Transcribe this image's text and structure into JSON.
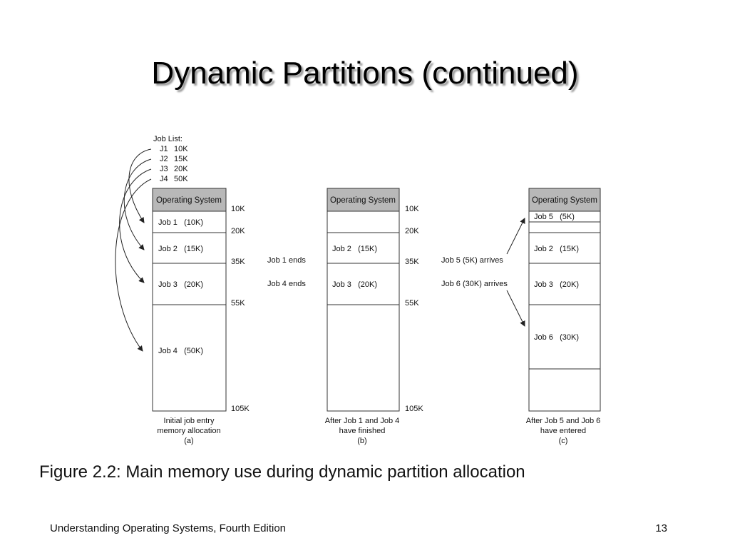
{
  "slide": {
    "title": "Dynamic Partitions (continued)",
    "caption": "Figure 2.2: Main memory use during dynamic partition allocation",
    "footer_left": "Understanding Operating Systems, Fourth Edition",
    "page_number": "13"
  },
  "figure": {
    "job_list": {
      "heading": "Job List:",
      "items": [
        {
          "name": "J1",
          "size": "10K"
        },
        {
          "name": "J2",
          "size": "15K"
        },
        {
          "name": "J3",
          "size": "20K"
        },
        {
          "name": "J4",
          "size": "50K"
        }
      ]
    },
    "os_label": "Operating System",
    "panel_a": {
      "jobs": [
        "Job 1   (10K)",
        "Job 2   (15K)",
        "Job 3   (20K)",
        "Job 4   (50K)"
      ],
      "caption": [
        "Initial job entry",
        "memory allocation",
        "(a)"
      ]
    },
    "panel_b": {
      "jobs": [
        "Job 2   (15K)",
        "Job 3   (20K)"
      ],
      "caption": [
        "After Job 1 and Job 4",
        "have finished",
        "(b)"
      ]
    },
    "panel_c": {
      "jobs": [
        "Job 5   (5K)",
        "Job 2   (15K)",
        "Job 3   (20K)",
        "Job 6   (30K)"
      ],
      "caption": [
        "After Job 5 and Job 6",
        "have entered",
        "(c)"
      ]
    },
    "addresses": [
      "10K",
      "20K",
      "35K",
      "55K",
      "105K"
    ],
    "events_ab": [
      "Job 1 ends",
      "Job 4 ends"
    ],
    "events_bc": [
      "Job 5 (5K) arrives",
      "Job 6 (30K) arrives"
    ]
  }
}
